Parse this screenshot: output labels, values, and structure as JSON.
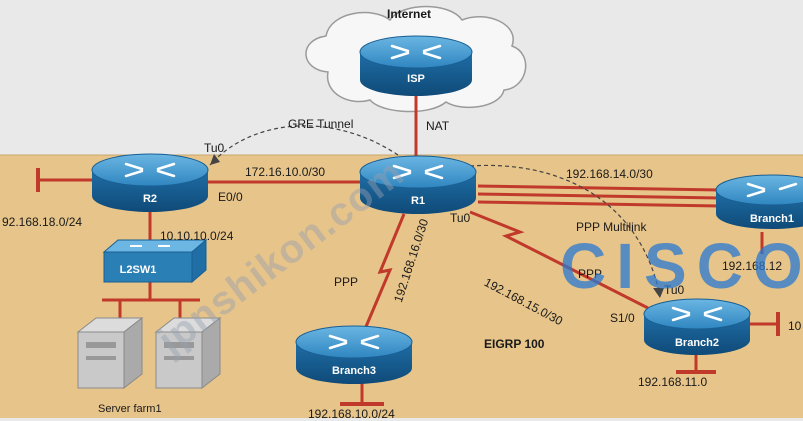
{
  "cloud_label": "Internet",
  "routers": {
    "isp": "ISP",
    "r2": "R2",
    "r1": "R1",
    "branch1": "Branch1",
    "branch2": "Branch2",
    "branch3": "Branch3"
  },
  "switch_label": "L2SW1",
  "server_label": "Server farm1",
  "links": {
    "gre": "GRE Tunnel",
    "nat": "NAT",
    "tu0_r2": "Tu0",
    "r1_r2_net": "172.16.10.0/30",
    "e0_0": "E0/0",
    "lan_r2": "92.168.18.0/24",
    "sw_net": "10.10.10.0/24",
    "r1_b1_net": "192.168.14.0/30",
    "ppp_multilink": "PPP Multilink",
    "b1_lan": "192.168.12",
    "tu0_r1": "Tu0",
    "r1_b2_net": "192.168.15.0/30",
    "ppp_b2": "PPP",
    "tu0_b2": "Tu0",
    "s1_0": "S1/0",
    "b2_lan": "192.168.11.0",
    "b2_right": "10",
    "r1_b3_net": "192.168.16.0/30",
    "ppp_b3": "PPP",
    "b3_lan": "192.168.10.0/24"
  },
  "routing_label": "EIGRP 100",
  "watermark": "jpnshikon.com",
  "logo_text": "CISCO",
  "colors": {
    "router": "#2a7fb5",
    "link": "#c0392b",
    "area": "#e7c489",
    "background": "#e9e9e9"
  }
}
